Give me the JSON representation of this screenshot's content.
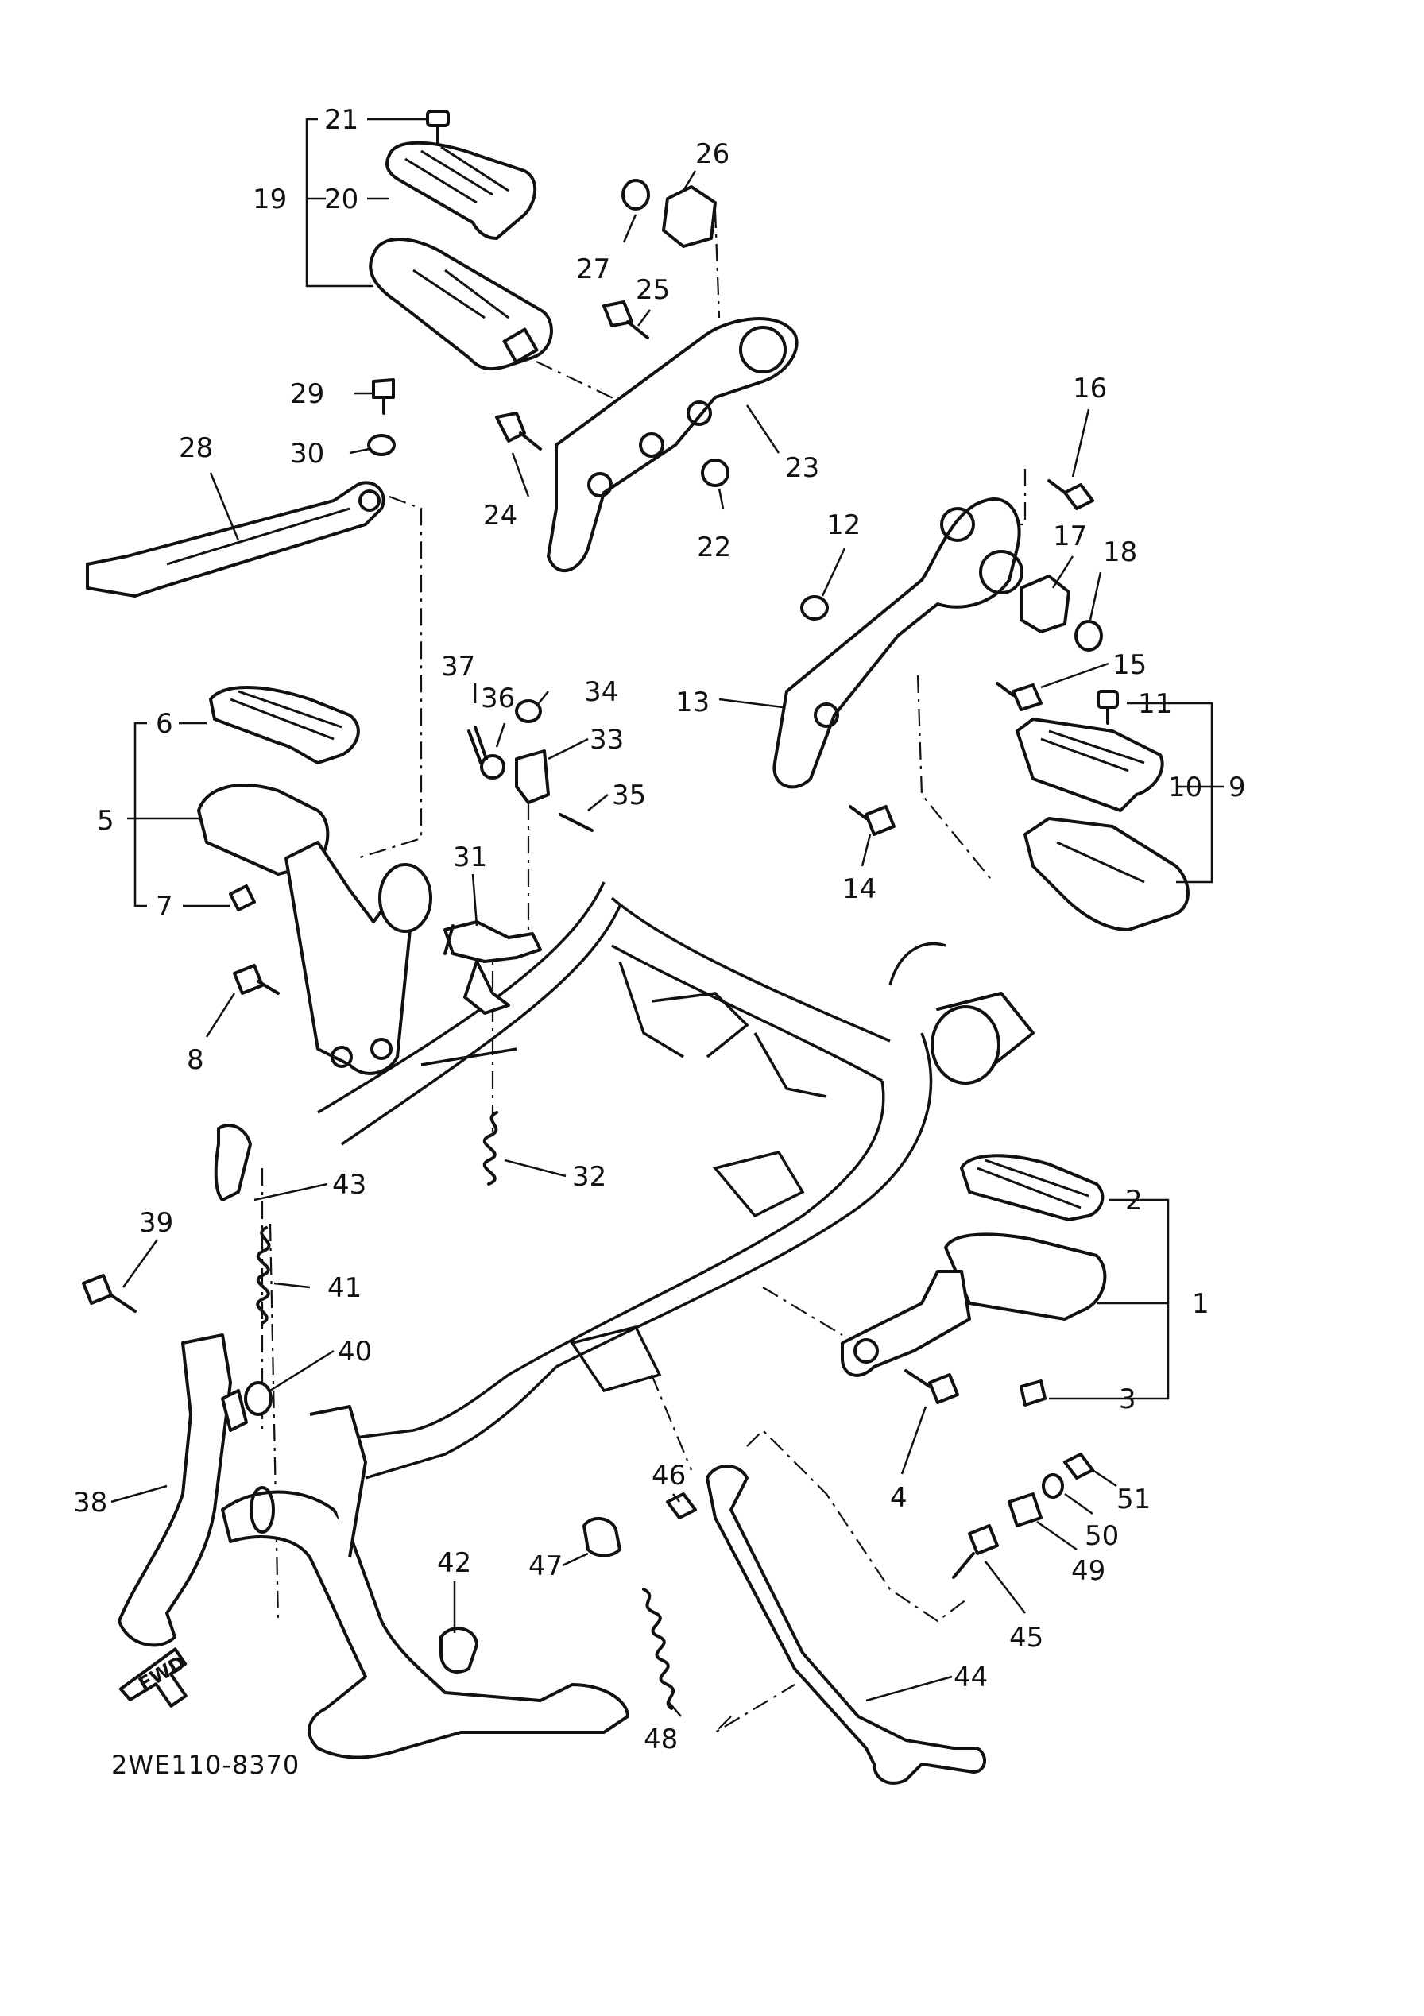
{
  "diagram": {
    "code": "2WE110-8370",
    "fwd_label": "FWD",
    "callouts": [
      {
        "id": "1",
        "label": "1"
      },
      {
        "id": "2",
        "label": "2"
      },
      {
        "id": "3",
        "label": "3"
      },
      {
        "id": "4",
        "label": "4"
      },
      {
        "id": "5",
        "label": "5"
      },
      {
        "id": "6",
        "label": "6"
      },
      {
        "id": "7",
        "label": "7"
      },
      {
        "id": "8",
        "label": "8"
      },
      {
        "id": "9",
        "label": "9"
      },
      {
        "id": "10",
        "label": "10"
      },
      {
        "id": "11",
        "label": "11"
      },
      {
        "id": "12",
        "label": "12"
      },
      {
        "id": "13",
        "label": "13"
      },
      {
        "id": "14",
        "label": "14"
      },
      {
        "id": "15",
        "label": "15"
      },
      {
        "id": "16",
        "label": "16"
      },
      {
        "id": "17",
        "label": "17"
      },
      {
        "id": "18",
        "label": "18"
      },
      {
        "id": "19",
        "label": "19"
      },
      {
        "id": "20",
        "label": "20"
      },
      {
        "id": "21",
        "label": "21"
      },
      {
        "id": "22",
        "label": "22"
      },
      {
        "id": "23",
        "label": "23"
      },
      {
        "id": "24",
        "label": "24"
      },
      {
        "id": "25",
        "label": "25"
      },
      {
        "id": "26",
        "label": "26"
      },
      {
        "id": "27",
        "label": "27"
      },
      {
        "id": "28",
        "label": "28"
      },
      {
        "id": "29",
        "label": "29"
      },
      {
        "id": "30",
        "label": "30"
      },
      {
        "id": "31",
        "label": "31"
      },
      {
        "id": "32",
        "label": "32"
      },
      {
        "id": "33",
        "label": "33"
      },
      {
        "id": "34",
        "label": "34"
      },
      {
        "id": "35",
        "label": "35"
      },
      {
        "id": "36",
        "label": "36"
      },
      {
        "id": "37",
        "label": "37"
      },
      {
        "id": "38",
        "label": "38"
      },
      {
        "id": "39",
        "label": "39"
      },
      {
        "id": "40",
        "label": "40"
      },
      {
        "id": "41",
        "label": "41"
      },
      {
        "id": "42",
        "label": "42"
      },
      {
        "id": "43",
        "label": "43"
      },
      {
        "id": "44",
        "label": "44"
      },
      {
        "id": "45",
        "label": "45"
      },
      {
        "id": "46",
        "label": "46"
      },
      {
        "id": "47",
        "label": "47"
      },
      {
        "id": "48",
        "label": "48"
      },
      {
        "id": "49",
        "label": "49"
      },
      {
        "id": "50",
        "label": "50"
      },
      {
        "id": "51",
        "label": "51"
      }
    ]
  }
}
